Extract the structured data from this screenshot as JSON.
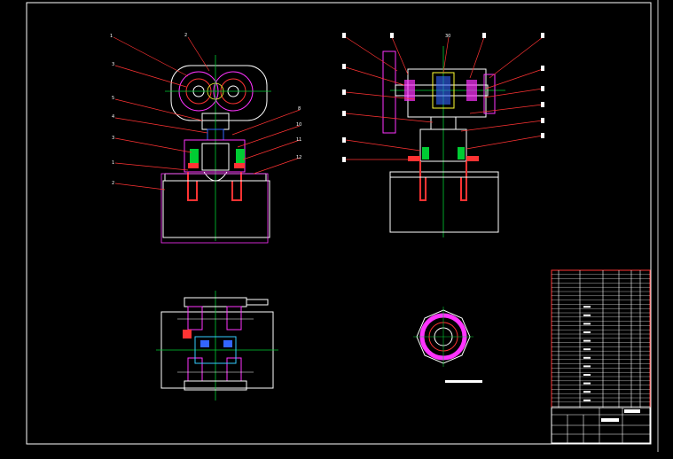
{
  "drawing": {
    "front_view_labels": [
      "1",
      "2",
      "3",
      "5",
      "4",
      "3",
      "1",
      "2",
      "8",
      "10",
      "11",
      "12"
    ],
    "side_view_labels": [
      "30"
    ]
  },
  "colors": {
    "background": "#000000",
    "white": "#ffffff",
    "green": "#00cc33",
    "red": "#ff3333",
    "magenta": "#ff33ff",
    "cyan": "#33ccff",
    "blue": "#3366ff",
    "yellow": "#ffff33"
  }
}
